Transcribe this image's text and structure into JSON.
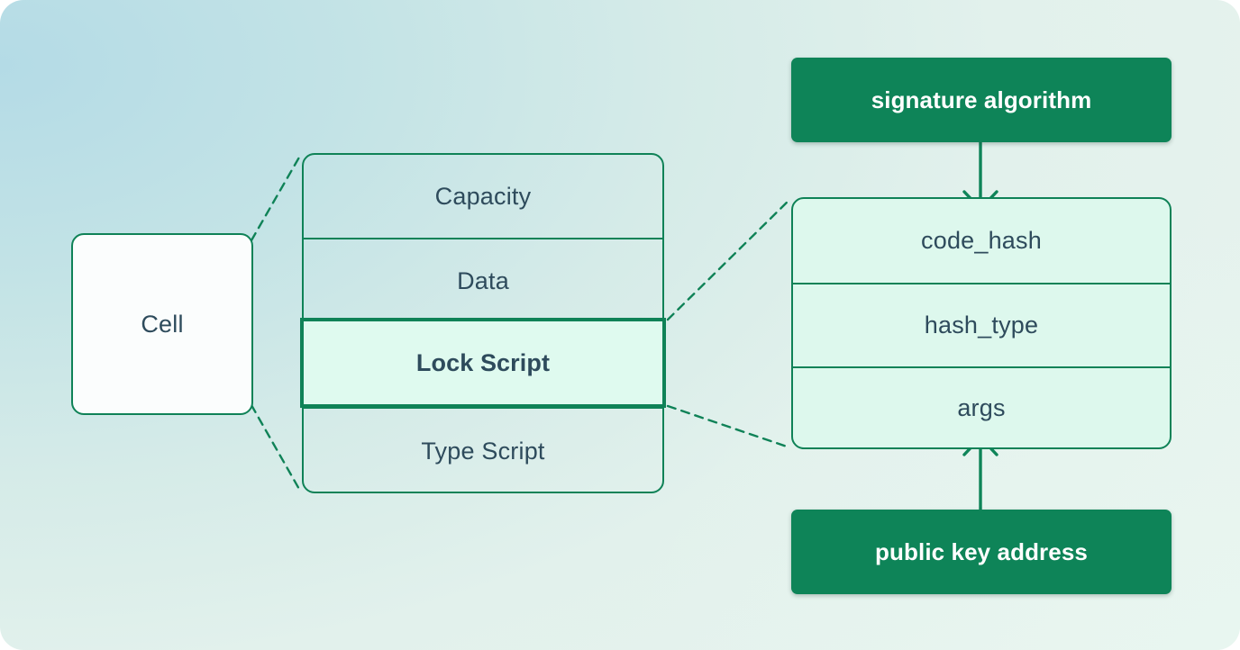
{
  "diagram": {
    "title": "CKB Cell structure and Lock Script detail",
    "colors": {
      "accent_green": "#0e8458",
      "border_green": "#0f8257",
      "text_slate": "#2e4b5c",
      "script_fill": "#ddf8ed",
      "lock_fill": "#dffaef",
      "cell_fill": "#fbfdfd",
      "bg_top_left": "#b4dbe6",
      "bg_bottom_right": "#e9f4ef",
      "green_box_text": "#ffffff"
    }
  },
  "cell": {
    "label": "Cell"
  },
  "cell_structure": {
    "rows": [
      {
        "label": "Capacity",
        "highlighted": false
      },
      {
        "label": "Data",
        "highlighted": false
      },
      {
        "label": "Lock Script",
        "highlighted": true
      },
      {
        "label": "Type Script",
        "highlighted": false
      }
    ]
  },
  "script_structure": {
    "rows": [
      {
        "label": "code_hash"
      },
      {
        "label": "hash_type"
      },
      {
        "label": "args"
      }
    ]
  },
  "annotations": {
    "signature_algorithm": "signature algorithm",
    "public_key_address": "public key address"
  },
  "connectors": [
    {
      "name": "cell-to-structure-top",
      "style": "dashed",
      "from": "cell.top-right",
      "to": "cell_structure.top-left"
    },
    {
      "name": "cell-to-structure-bottom",
      "style": "dashed",
      "from": "cell.bottom-right",
      "to": "cell_structure.bottom-left"
    },
    {
      "name": "lock-to-script-top",
      "style": "dashed",
      "from": "lock_script.top-right",
      "to": "script_structure.top-left"
    },
    {
      "name": "lock-to-script-bottom",
      "style": "dashed",
      "from": "lock_script.bottom-right",
      "to": "script_structure.bottom-left"
    },
    {
      "name": "signature-to-code-hash",
      "style": "solid-arrow-down",
      "from": "signature algorithm",
      "to": "code_hash"
    },
    {
      "name": "public-key-to-args",
      "style": "solid-arrow-up",
      "from": "public key address",
      "to": "args"
    }
  ]
}
